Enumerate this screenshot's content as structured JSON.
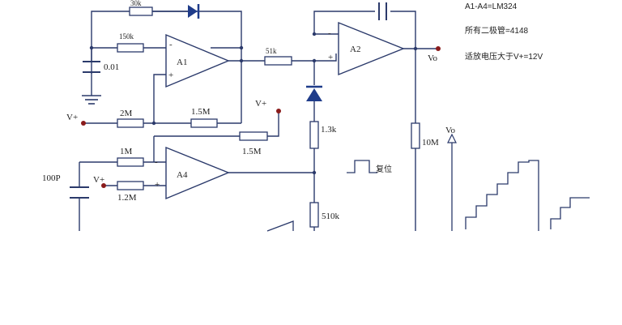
{
  "labels": {
    "r_top": "30k",
    "r_150k": "150k",
    "c_001": "0.01",
    "r_2m": "2M",
    "r_15m_a": "1.5M",
    "r_15m_b": "1.5M",
    "vplus_a": "V+",
    "vplus_b": "V+",
    "vplus_c": "V+",
    "r_1m": "1M",
    "r_12m": "1.2M",
    "c_100p": "100P",
    "r_51k": "51k",
    "r_13k": "1.3k",
    "r_510k": "510k",
    "r_10m": "10M",
    "a1": "A1",
    "a2": "A2",
    "a4": "A4",
    "vo": "Vo",
    "vo_axis": "Vo",
    "reset": "复位",
    "minus": "-",
    "plus": "+"
  },
  "notes": {
    "line1": "A1-A4=LM324",
    "line2": "所有二极管=4148",
    "line3": "适放电压大于V+=12V"
  },
  "colors": {
    "wire": "#2b3a6b",
    "terminal": "#8a1b1b",
    "diode": "#1f3c8a"
  }
}
